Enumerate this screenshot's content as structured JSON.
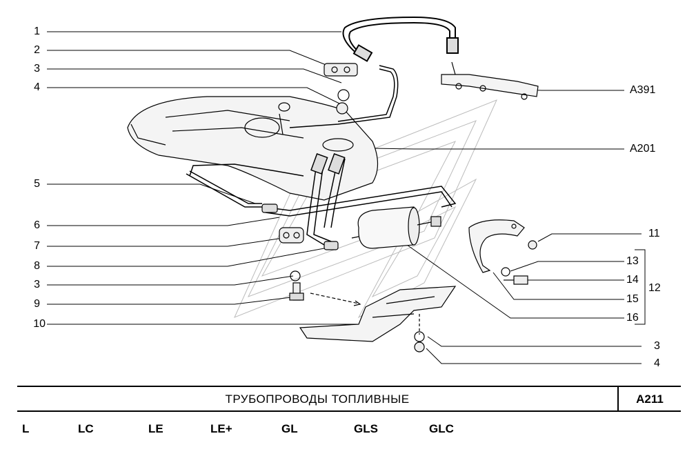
{
  "callouts_left": [
    "1",
    "2",
    "3",
    "4",
    "5",
    "6",
    "7",
    "8",
    "3",
    "9",
    "10"
  ],
  "callouts_right": [
    "A391",
    "A201",
    "11",
    "13",
    "14",
    "15",
    "16",
    "3",
    "4",
    "12"
  ],
  "title": "ТРУБОПРОВОДЫ  ТОПЛИВНЫЕ",
  "code": "A211",
  "variants": [
    "L",
    "LC",
    "LE",
    "LE+",
    "GL",
    "GLS",
    "GLC"
  ]
}
